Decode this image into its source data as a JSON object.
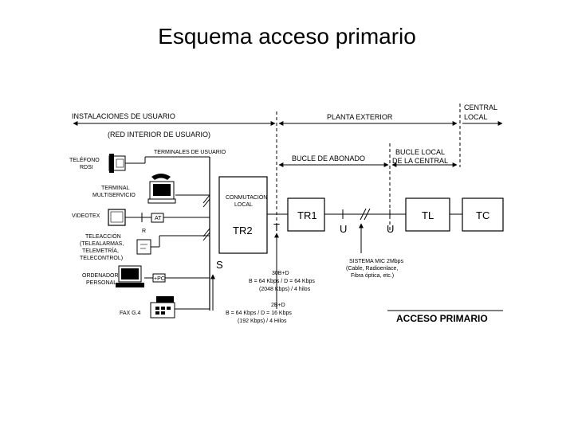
{
  "slide": {
    "title": "Esquema acceso primario"
  },
  "header": {
    "instalaciones": "INSTALACIONES DE USUARIO",
    "red_interior": "(RED   INTERIOR   DE   USUARIO)",
    "planta_exterior": "PLANTA EXTERIOR",
    "central_local_1": "CENTRAL",
    "central_local_2": "LOCAL",
    "bucle_abonado": "BUCLE DE ABONADO",
    "bucle_local_1": "BUCLE LOCAL",
    "bucle_local_2": "DE LA CENTRAL",
    "terminales": "TERMINALES DE USUARIO"
  },
  "devices": {
    "telefono_1": "TELÉFONO",
    "telefono_2": "RDSI",
    "terminal_1": "TERMINAL",
    "terminal_2": "MULTISERVICIO",
    "videotex": "VIDEOTEX",
    "ai_label": "AT",
    "r_label": "R",
    "teleaccion_1": "TELEACCIÓN",
    "teleaccion_2": "(TELEALARMAS,",
    "teleaccion_3": "TELEMETRÍA,",
    "teleaccion_4": "TELECONTROL)",
    "ordenador_1": "ORDENADOR",
    "ordenador_2": "PERSONAL",
    "pc_label": "+PC",
    "fax": "FAX G.4"
  },
  "blocks": {
    "conmutacion_1": "CONMUTACIÓN",
    "conmutacion_2": "LOCAL",
    "tr2": "TR2",
    "tr1": "TR1",
    "tl": "TL",
    "tc": "TC"
  },
  "points": {
    "s": "S",
    "t": "T",
    "u1": "U",
    "u2": "U"
  },
  "notes": {
    "sistema_1": "SISTEMA MIC 2Mbps",
    "sistema_2": "(Cable, Radioenlace,",
    "sistema_3": "Fibra óptica, etc.)",
    "b30_1": "30B+D",
    "b30_2": "B = 64 Kbps / D = 64 Kbps",
    "b30_3": "(2048 Kbps) / 4 hilos",
    "b2_1": "2B+D",
    "b2_2": "B = 64 Kbps / D = 16 Kbps",
    "b2_3": "(192 Kbps) / 4 Hilos"
  },
  "footer": {
    "acceso_primario": "ACCESO PRIMARIO"
  }
}
